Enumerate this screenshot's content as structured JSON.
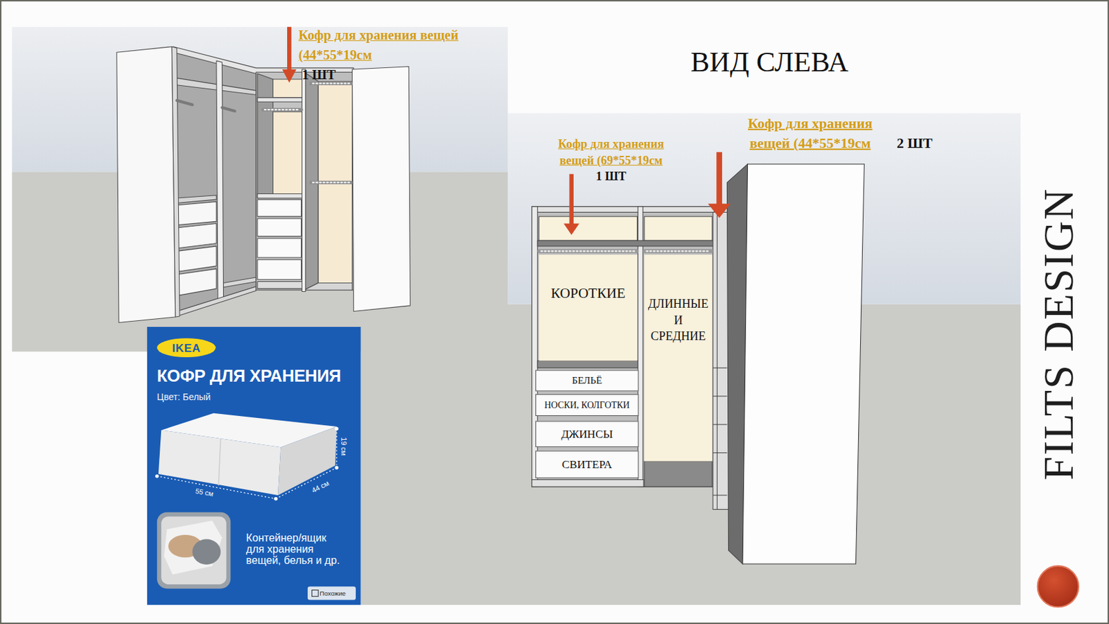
{
  "diagram": {
    "title": "ВИД СЛЕВА",
    "nodes": [
      {
        "text": [
          "КОРОТКИЕ"
        ]
      },
      {
        "text": [
          "ДЛИННЫЕ И СРЕДНИЕ"
        ]
      },
      {
        "text": [
          "БЕЛЬЁ"
        ]
      },
      {
        "text": [
          "НОСКИ, КОЛГОТКИ"
        ]
      },
      {
        "text": [
          "ДЖИНСЫ"
        ]
      },
      {
        "text": [
          "СВИТЕРА"
        ]
      },
      {
        "text": [
          "КОФР ДЛЯ ХРАНЕНИЯ",
          "Цвет: Белый",
          "Контейнер/ящик для хранения вещей, белья и др."
        ]
      },
      {
        "text": [
          "IKEA"
        ],
        "in": 6
      },
      {
        "text": [
          "Похожие"
        ],
        "in": 6
      }
    ],
    "labels": [
      "Кофр для хранения вещей (44*55*19см",
      "1 ШТ",
      "Кофр для хранения вещей (69*55*19см",
      "1 ШТ",
      "Кофр для хранения вещей (44*55*19см",
      "2 ШТ",
      "55 см",
      "44 см",
      "19 см",
      "FILTS DESIGN"
    ]
  }
}
